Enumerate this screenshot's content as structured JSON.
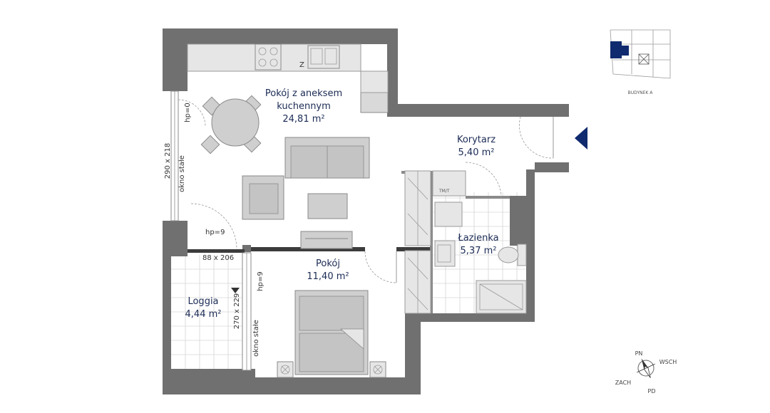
{
  "rooms": {
    "living": {
      "name_line1": "Pokój z aneksem",
      "name_line2": "kuchennym",
      "area": "24,81 m²"
    },
    "corridor": {
      "name": "Korytarz",
      "area": "5,40 m²"
    },
    "bathroom": {
      "name": "Łazienka",
      "area": "5,37 m²"
    },
    "bedroom": {
      "name": "Pokój",
      "area": "11,40 m²"
    },
    "loggia": {
      "name": "Loggia",
      "area": "4,44 m²"
    }
  },
  "annotations": {
    "window_left_size": "290 x 218",
    "window_left_type": "okno stałe",
    "window_left_hp": "hp=0",
    "loggia_door_hp": "hp=9",
    "loggia_door_size": "88 x 206",
    "window_bedroom_size": "270 x 229",
    "window_bedroom_type": "okno stałe",
    "window_bedroom_hp": "hp=9"
  },
  "key_plan": {
    "building_label": "BUDYNEK A"
  },
  "compass": {
    "north": "PN",
    "east": "WSCH",
    "south": "PD",
    "west": "ZACH"
  },
  "colors": {
    "wall": "#707070",
    "furniture": "#cfcfcf",
    "text": "#1b2b55",
    "accent": "#0f2a6e"
  },
  "icons": {
    "entrance_marker": "triangle-entrance-icon",
    "compass": "compass-rose-icon"
  }
}
